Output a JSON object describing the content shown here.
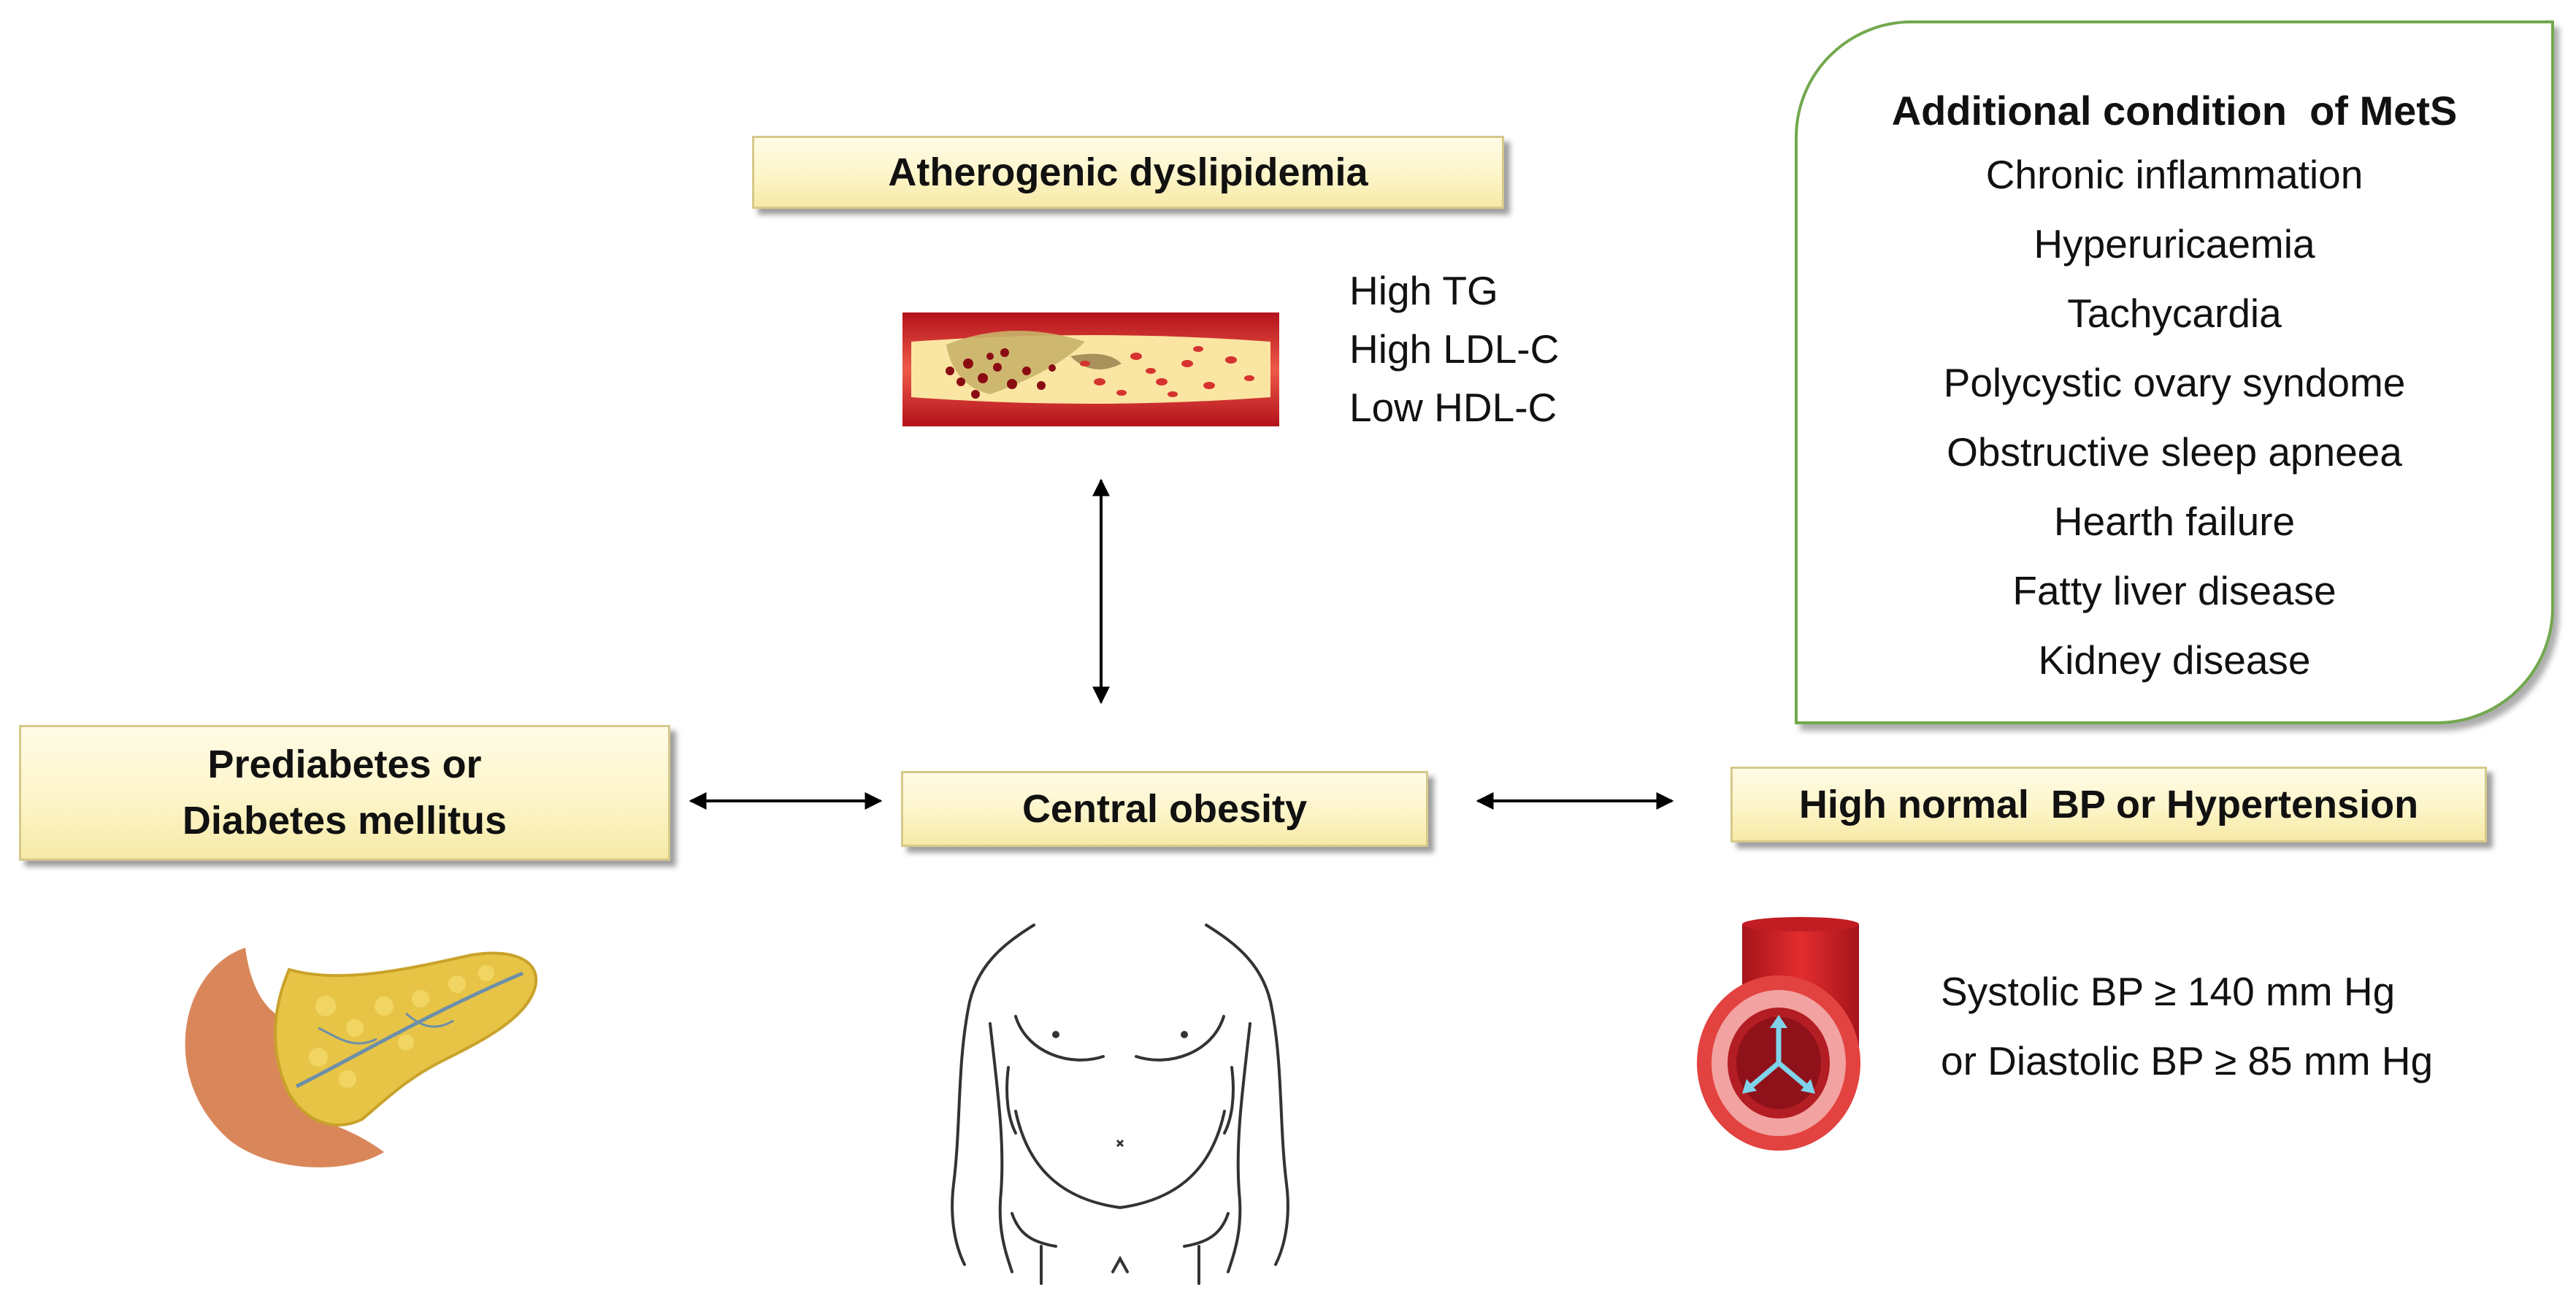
{
  "nodes": {
    "atherogenic": {
      "label": "Atherogenic dyslipidemia"
    },
    "prediabetes": {
      "line1": "Prediabetes or",
      "line2": "Diabetes mellitus"
    },
    "central_obesity": {
      "label": "Central obesity"
    },
    "hypertension": {
      "label": "High normal  BP or Hypertension"
    }
  },
  "lipids": [
    "High TG",
    "High LDL-C",
    "Low HDL-C"
  ],
  "bp_criteria": [
    "Systolic BP ≥ 140 mm Hg",
    "or Diastolic BP ≥ 85 mm Hg"
  ],
  "additional_conditions": {
    "title": "Additional condition  of MetS",
    "items": [
      "Chronic inflammation",
      "Hyperuricaemia",
      "Tachycardia",
      "Polycystic ovary syndome",
      "Obstructive sleep apneea",
      "Hearth failure",
      "Fatty liver disease",
      "Kidney disease"
    ]
  },
  "illustrations": [
    "artery-plaque-icon",
    "pancreas-icon",
    "torso-icon",
    "blood-vessel-icon"
  ],
  "colors": {
    "box_fill": "#fdf5c9",
    "panel_border": "#72a84e",
    "artery_red": "#d9262b"
  }
}
